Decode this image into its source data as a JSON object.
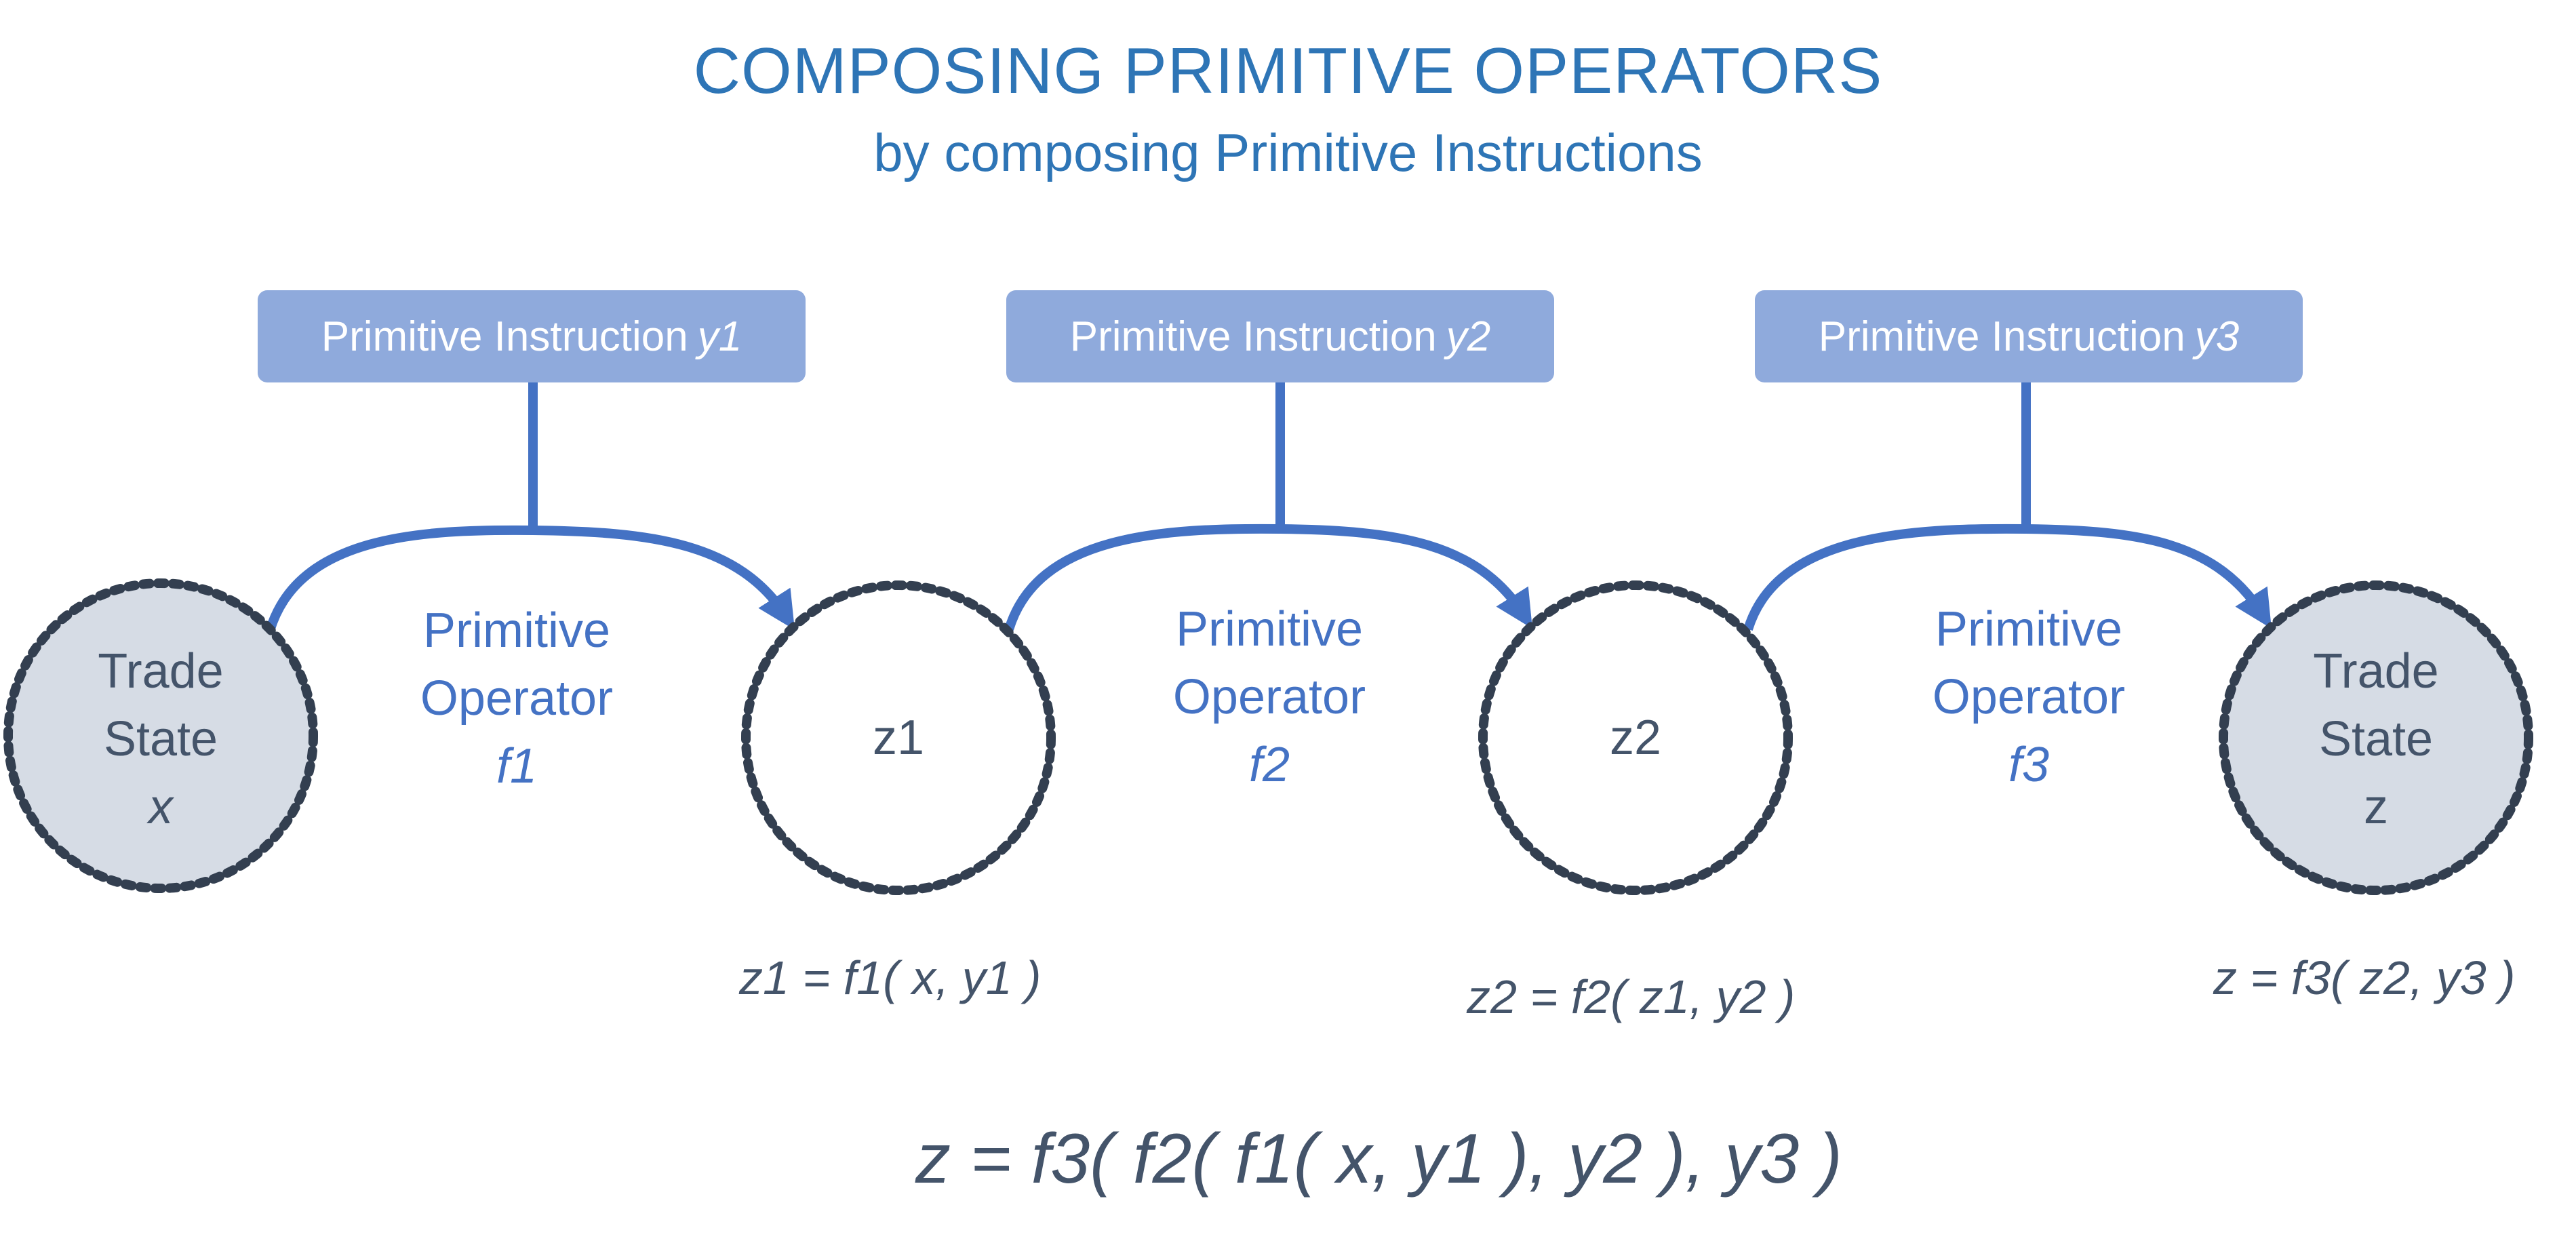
{
  "title": "COMPOSING PRIMITIVE OPERATORS",
  "subtitle": "by composing Primitive Instructions",
  "instructions": [
    {
      "text": "Primitive Instruction",
      "var": "y1"
    },
    {
      "text": "Primitive Instruction",
      "var": "y2"
    },
    {
      "text": "Primitive Instruction",
      "var": "y3"
    }
  ],
  "operators": [
    {
      "line1": "Primitive",
      "line2": "Operator",
      "fn": "f1"
    },
    {
      "line1": "Primitive",
      "line2": "Operator",
      "fn": "f2"
    },
    {
      "line1": "Primitive",
      "line2": "Operator",
      "fn": "f3"
    }
  ],
  "nodes": {
    "start": {
      "line1": "Trade",
      "line2": "State",
      "var": "x"
    },
    "mid1": {
      "label": "z1"
    },
    "mid2": {
      "label": "z2"
    },
    "end": {
      "line1": "Trade",
      "line2": "State",
      "var": "z"
    }
  },
  "equations": {
    "eq1": "z1 = f1( x, y1 )",
    "eq2": "z2 = f2( z1, y2 )",
    "eq3": "z = f3( z2, y3 )",
    "final": "z = f3( f2( f1( x, y1 ), y2 ), y3 )"
  },
  "colors": {
    "title": "#2E75B6",
    "instruction_fill": "#8FAADC",
    "arrow": "#4472C4",
    "operator_text": "#4472C4",
    "state_fill": "#D6DCE5",
    "dotted_border": "#333F50",
    "node_text": "#44546A"
  }
}
